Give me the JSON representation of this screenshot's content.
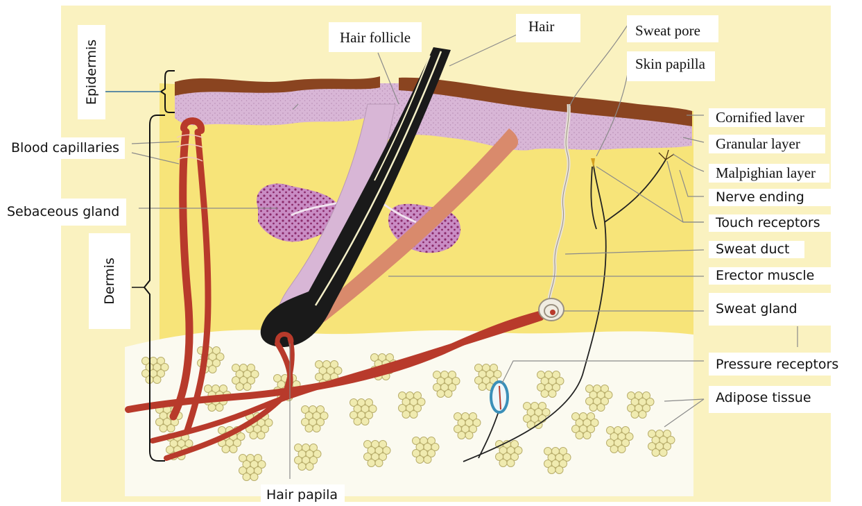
{
  "labels": {
    "hair_follicle": "Hair follicle",
    "hair": "Hair",
    "sweat_pore": "Sweat pore",
    "skin_papilla": "Skin papilla",
    "epidermis": "Epidermis",
    "dermis": "Dermis",
    "blood_capillaries": "Blood capillaries",
    "sebaceous_gland": "Sebaceous gland",
    "cornified_layer": "Cornified laver",
    "granular_layer": "Granular layer",
    "malpighian_layer": "Malpighian layer",
    "nerve_ending": "Nerve ending",
    "touch_receptors": "Touch receptors",
    "sweat_duct": "Sweat duct",
    "erector_muscle": "Erector muscle",
    "sweat_gland": "Sweat gland",
    "pressure_receptors": "Pressure receptors",
    "adipose_tissue": "Adipose tissue",
    "hair_papila": "Hair papila"
  },
  "colors": {
    "dermis": "#f7e479",
    "dermis_light": "#faf0b4",
    "cornified": "#8a4420",
    "epidermis": "#d8b6d6",
    "gland": "#c98cc4",
    "vessel": "#b83a2b",
    "hair": "#1a1a1a",
    "muscle": "#d98a6c",
    "fat": "#f0ebb0",
    "pressure_ring": "#3b8fb8",
    "leader": "#8a8a8a"
  }
}
